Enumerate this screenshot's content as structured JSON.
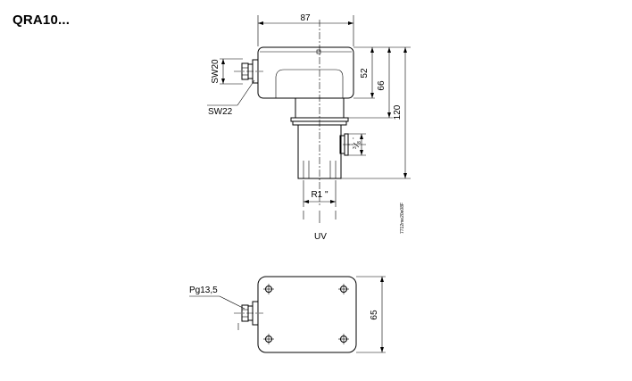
{
  "title": "QRA10...",
  "dims": {
    "width": "87",
    "housing_height": "52",
    "body_height": "66",
    "total_height": "120",
    "thread": "R1 \"",
    "sw20": "SW20",
    "sw22": "SW22",
    "pg": "Pg13,5",
    "base_height": "65",
    "pipe_thread_num": "3",
    "pipe_thread_den": "8",
    "pipe_thread_unit": "\""
  },
  "labels": {
    "uv": "UV",
    "drawing_id": "7712me20e08F"
  },
  "colors": {
    "line": "#000000",
    "background": "#ffffff"
  }
}
